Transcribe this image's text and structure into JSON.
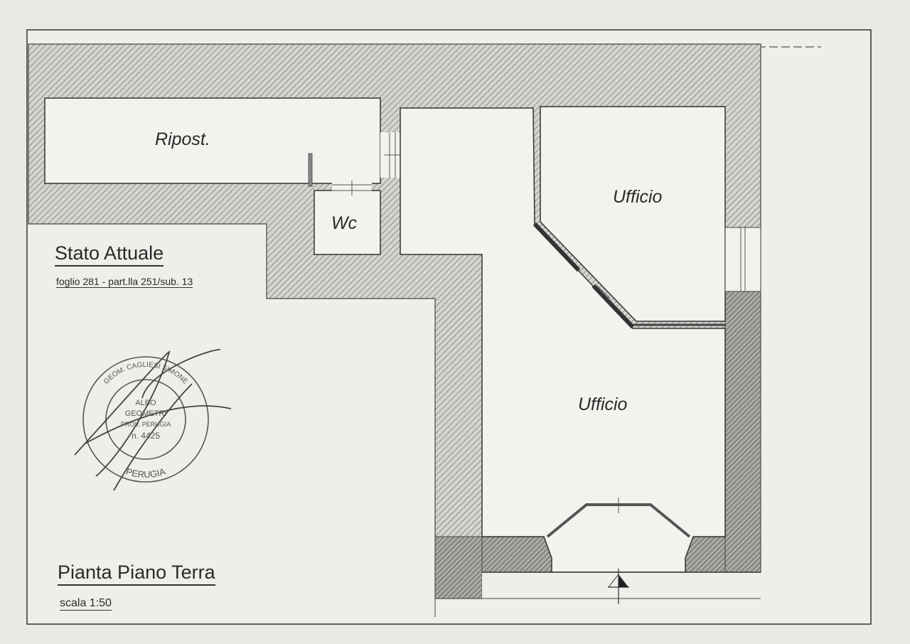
{
  "rooms": {
    "ripost": "Ripost.",
    "wc": "Wc",
    "ufficio_upper": "Ufficio",
    "ufficio_lower": "Ufficio"
  },
  "title_block": {
    "title": "Stato Attuale",
    "cadastral_ref": "foglio 281 - part.lla 251/sub. 13",
    "plan_name": "Pianta Piano Terra",
    "scale": "scala 1:50"
  },
  "stamp": {
    "outer_text": "GEOM. CAGLIESI SIMONE",
    "bottom_text": "PERUGIA",
    "inner_lines": [
      "ALBO",
      "GEOMETRI",
      "PROV. PERUGIA",
      "n. 4425"
    ]
  },
  "colors": {
    "paper": "#e9e9e5",
    "wall_hatch": "#6a6a6a",
    "ink": "#2a2a2a"
  }
}
